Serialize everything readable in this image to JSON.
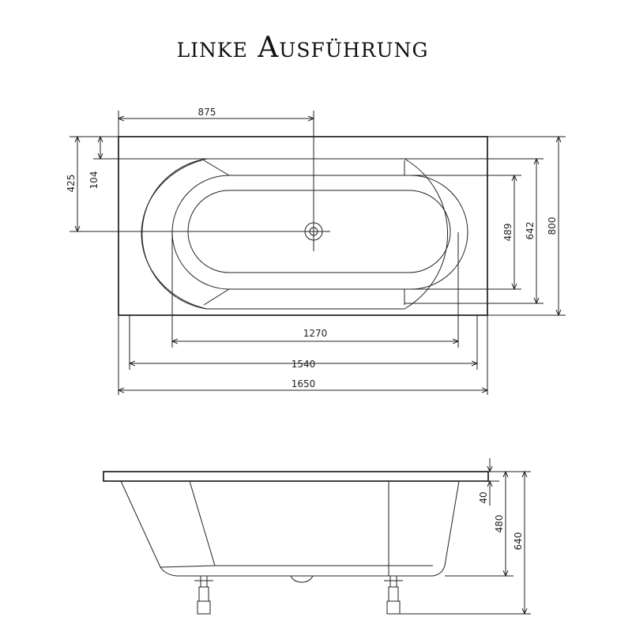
{
  "title": "linke Ausführung",
  "top_view": {
    "dim_875": "875",
    "dim_1270": "1270",
    "dim_1540": "1540",
    "dim_1650": "1650",
    "dim_425": "425",
    "dim_104": "104",
    "dim_489": "489",
    "dim_642": "642",
    "dim_800": "800"
  },
  "side_view": {
    "dim_40": "40",
    "dim_480": "480",
    "dim_640": "640"
  }
}
